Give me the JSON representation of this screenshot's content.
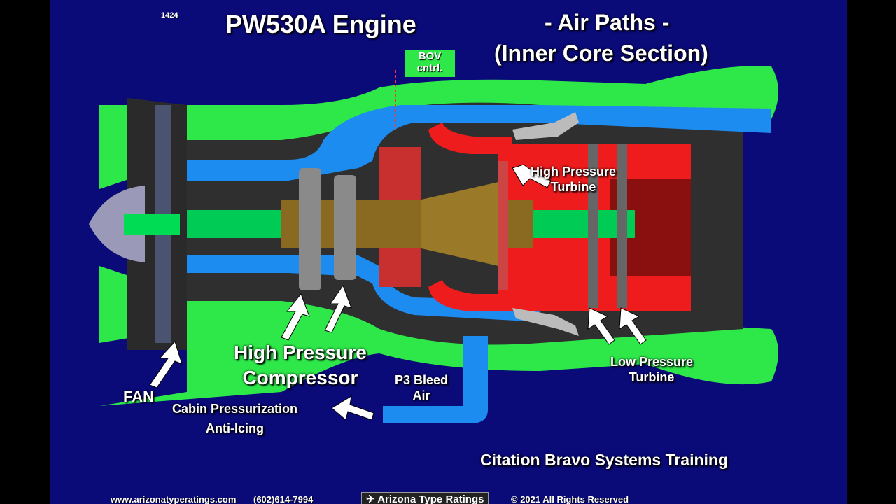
{
  "slide_number": "1424",
  "title": "PW530A  Engine",
  "subtitle_line1": "- Air Paths -",
  "subtitle_line2": "(Inner Core Section)",
  "bov_label": "BOV\ncntrl.",
  "labels": {
    "hp_turbine": "High Pressure\nTurbine",
    "lp_turbine": "Low Pressure\nTurbine",
    "hp_compressor": "High Pressure\nCompressor",
    "p3_bleed": "P3 Bleed\nAir",
    "fan": "FAN",
    "cabin": "Cabin Pressurization\nAnti-Icing"
  },
  "course_title": "Citation  Bravo  Systems  Training",
  "footer": {
    "website": "www.arizonatyperatings.com",
    "phone": "(602)614-7994",
    "logo_text": "Arizona Type Ratings",
    "copyright": "© 2021  All Rights Reserved"
  },
  "colors": {
    "background": "#0a0a78",
    "bypass_air": "#2ee84a",
    "core_air": "#1c8cf0",
    "hot_section": "#ee1c1c",
    "casing": "#2a2a2a",
    "shaft": "#00dd55"
  }
}
